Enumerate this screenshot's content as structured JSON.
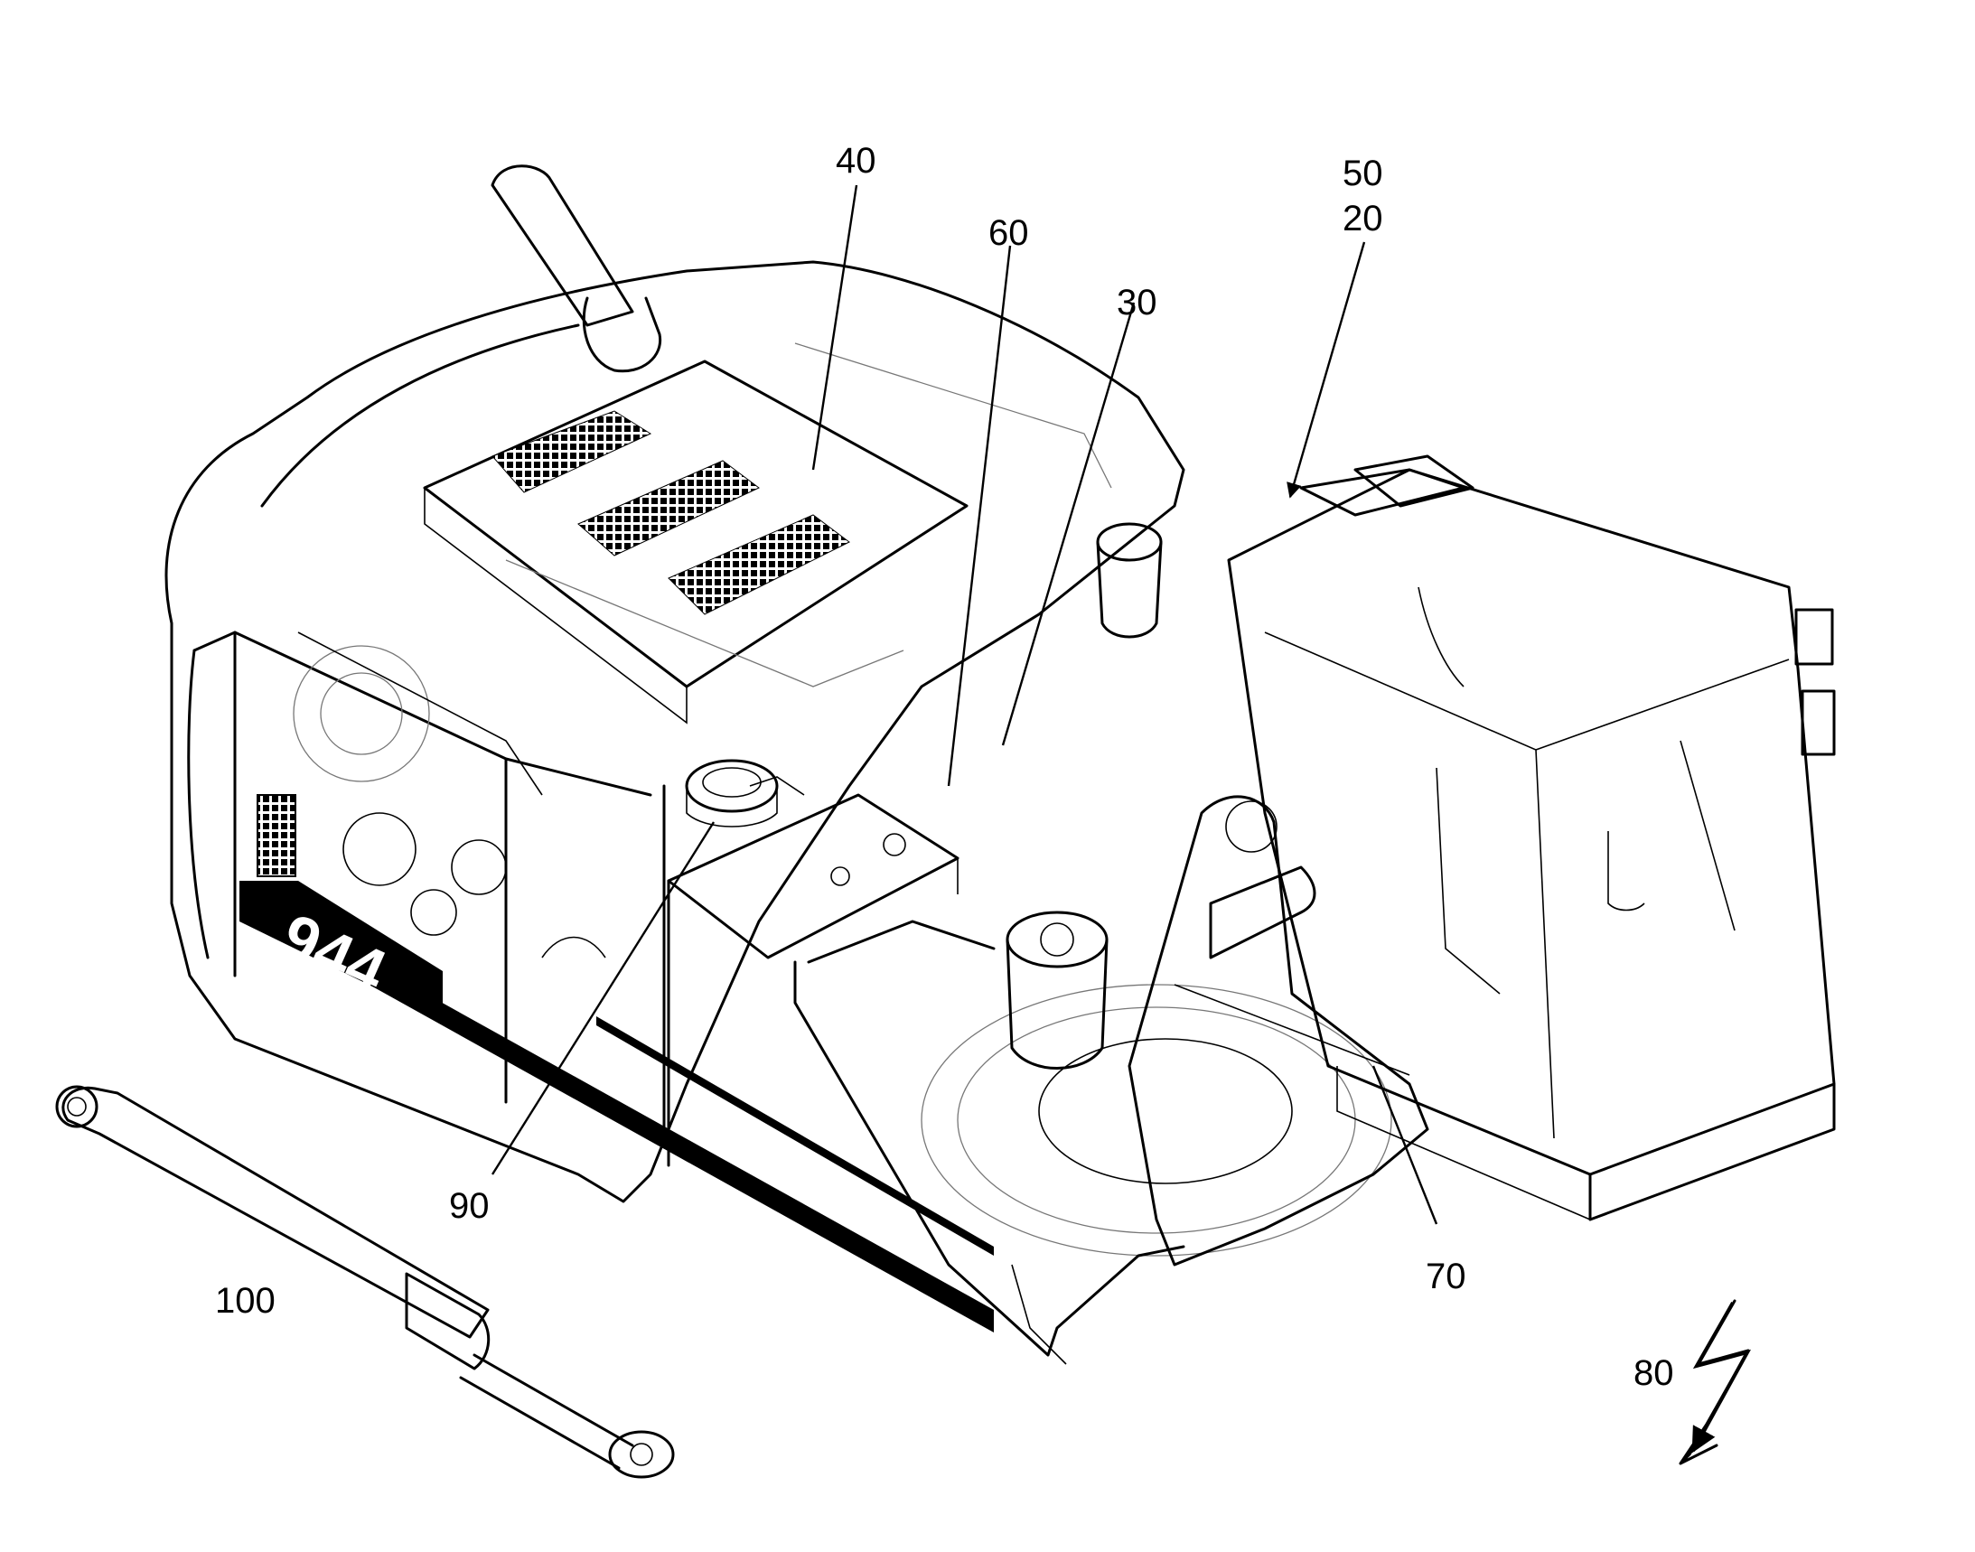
{
  "figure": {
    "reference_labels": {
      "r40": "40",
      "r50": "50",
      "r20": "20",
      "r60": "60",
      "r30": "30",
      "r90": "90",
      "r70": "70",
      "r100": "100",
      "r80": "80"
    },
    "machine_badge": "944"
  },
  "colors": {
    "line": "#000000",
    "background": "#ffffff",
    "hidden_line": "#777777"
  }
}
